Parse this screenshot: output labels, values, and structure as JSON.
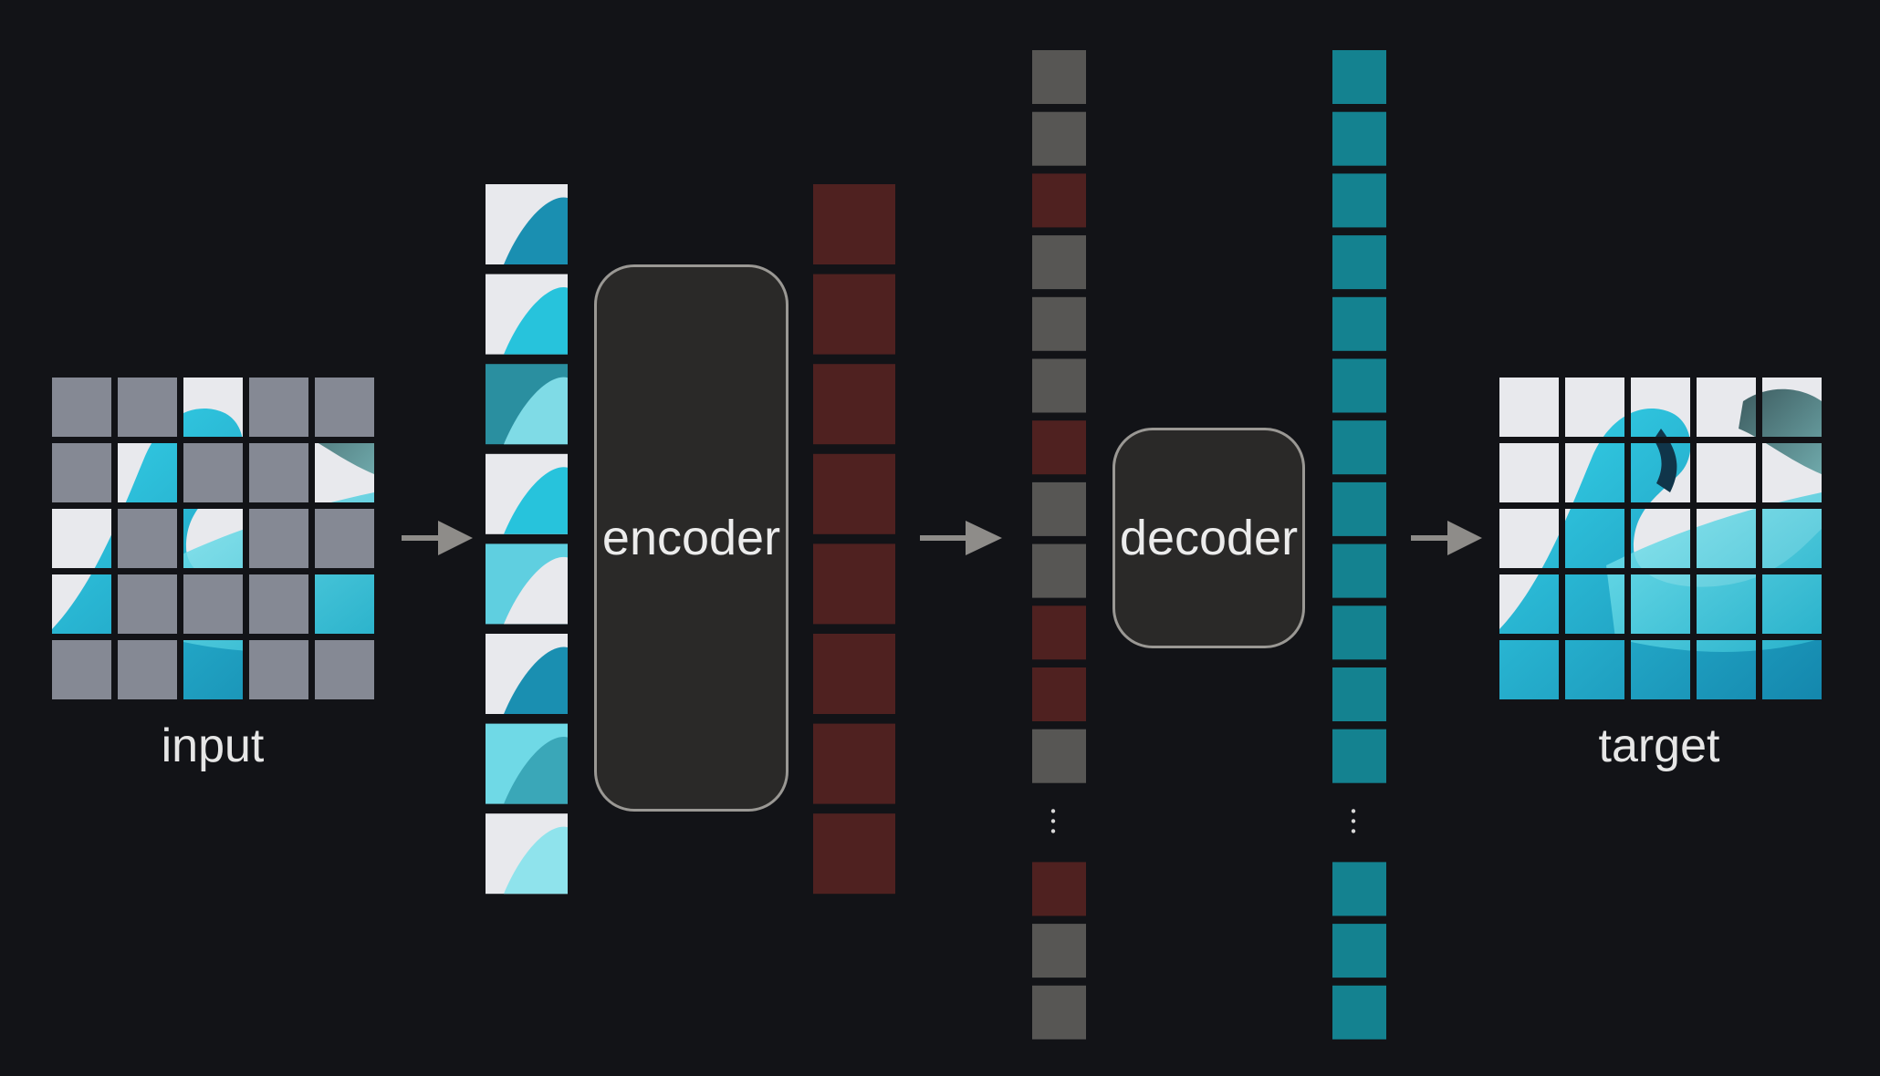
{
  "labels": {
    "input": "input",
    "encoder": "encoder",
    "decoder": "decoder",
    "target": "target"
  },
  "colors": {
    "background": "#121317",
    "mask_tile": "#858994",
    "latent": "#4f2120",
    "mask_token": "#575654",
    "output_token": "#148290",
    "image_light": "#e8e9ed",
    "image_cyan": "#27c3dc",
    "image_dark_cyan": "#1a8fb1",
    "arrow": "#8e8c89"
  },
  "input_grid_visible": [
    [
      false,
      false,
      true,
      false,
      false
    ],
    [
      false,
      true,
      false,
      false,
      true
    ],
    [
      true,
      false,
      true,
      false,
      false
    ],
    [
      true,
      false,
      false,
      false,
      true
    ],
    [
      false,
      false,
      true,
      false,
      false
    ]
  ],
  "decoder_input_sequence": [
    "mask",
    "mask",
    "latent",
    "mask",
    "mask",
    "mask",
    "latent",
    "mask",
    "mask",
    "latent",
    "latent",
    "mask",
    "ellipsis",
    "latent",
    "mask",
    "mask"
  ],
  "encoder_output_tokens": 8,
  "visible_patch_count": 8,
  "decoder_output_top_count": 12,
  "decoder_output_bottom_count": 3
}
